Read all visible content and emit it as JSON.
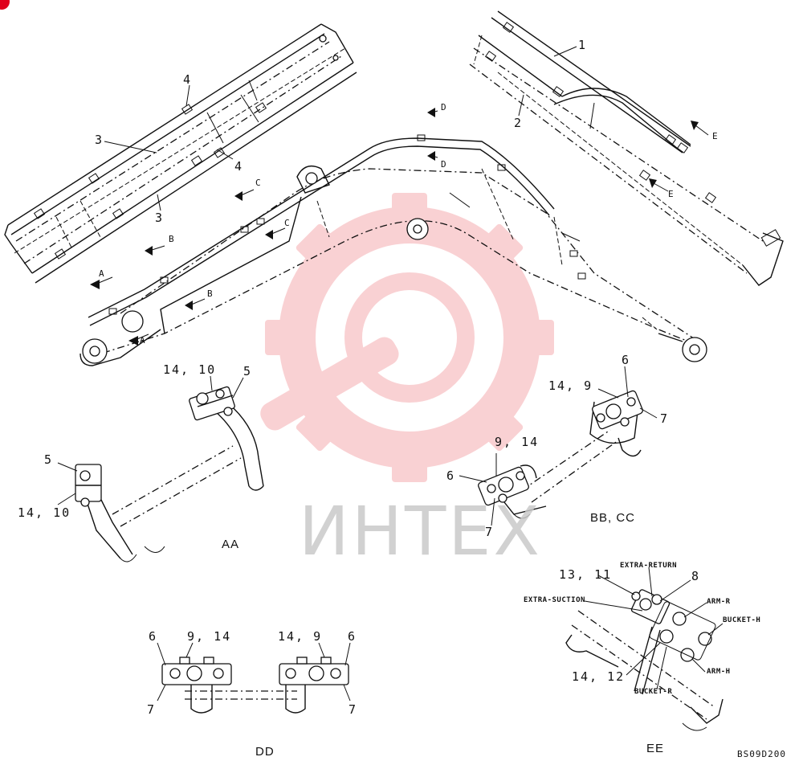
{
  "diagram": {
    "watermark": {
      "text": "ИНТЕХ",
      "color": "#e8343c"
    },
    "parts": {
      "p1": "1",
      "p2": "2",
      "p3a": "3",
      "p3b": "3",
      "p4a": "4",
      "p4b": "4"
    },
    "view_arrows": {
      "A1": "A",
      "A2": "A",
      "B1": "B",
      "B2": "B",
      "C1": "C",
      "C2": "C",
      "D1": "D",
      "D2": "D",
      "E1": "E",
      "E2": "E"
    },
    "aa": {
      "top_ref": "14, 10",
      "top_part": "5",
      "bot_part": "5",
      "bot_ref": "14, 10",
      "caption": "AA"
    },
    "bbcc": {
      "top_ref": "14, 9",
      "top_part": "6",
      "top_part2": "7",
      "mid_ref": "9, 14",
      "mid_part": "6",
      "mid_part2": "7",
      "caption": "BB, CC"
    },
    "dd": {
      "l_part": "6",
      "l_ref": "9, 14",
      "l_part2": "7",
      "r_ref": "14, 9",
      "r_part": "6",
      "r_part2": "7",
      "caption": "DD"
    },
    "ee": {
      "ref1": "13, 11",
      "extra_return": "EXTRA-RETURN",
      "part8": "8",
      "extra_suction": "EXTRA-SUCTION",
      "arm_r": "ARM-R",
      "bucket_h": "BUCKET-H",
      "ref2": "14, 12",
      "arm_h": "ARM-H",
      "bucket_r": "BUCKET-R",
      "caption": "EE"
    },
    "drawing_code": "BS09D200"
  }
}
